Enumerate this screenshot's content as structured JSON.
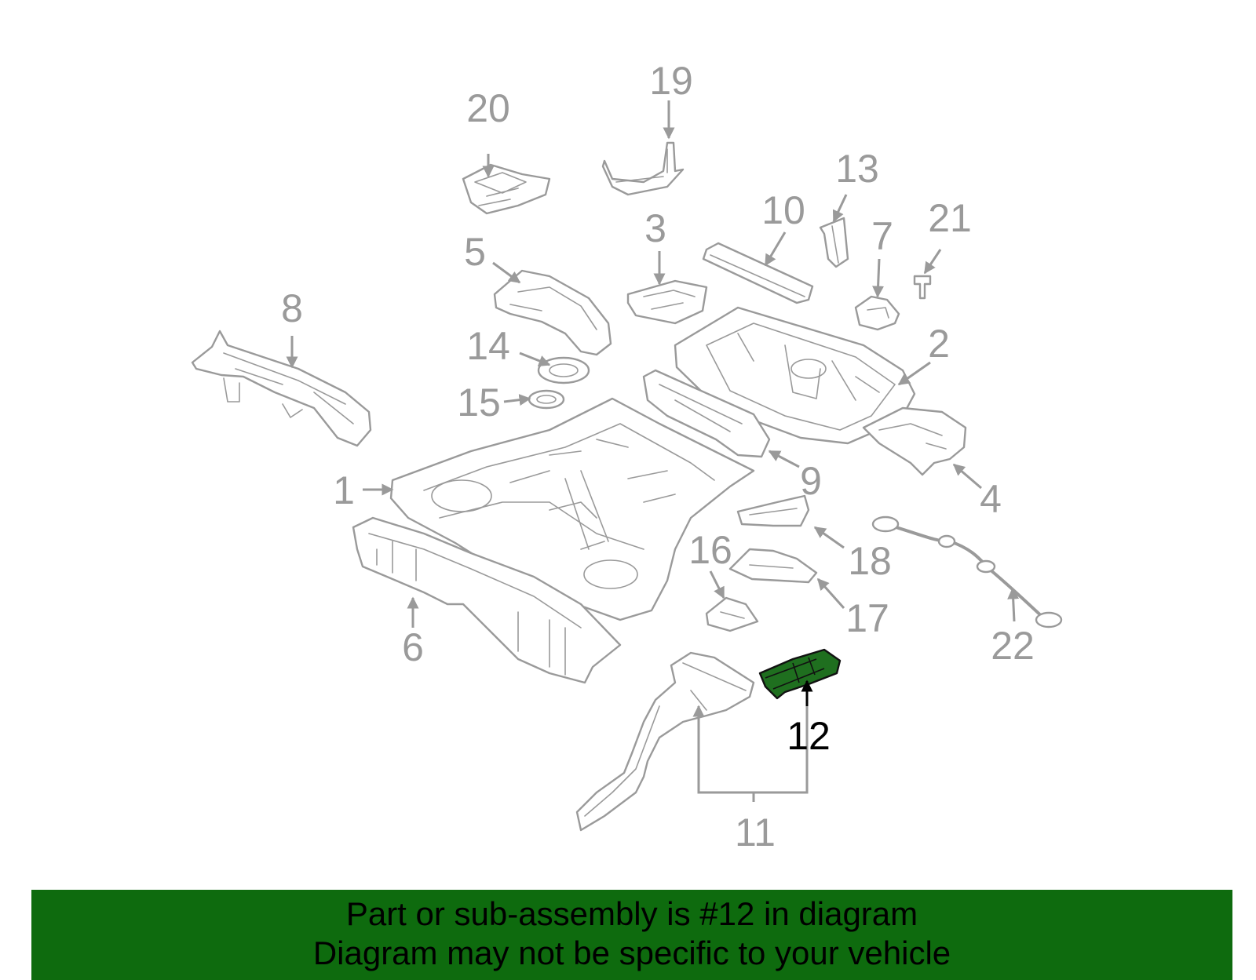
{
  "highlight": {
    "part_number": "12",
    "color": "#1f6f1f"
  },
  "callouts": [
    {
      "id": "1",
      "label": "1"
    },
    {
      "id": "2",
      "label": "2"
    },
    {
      "id": "3",
      "label": "3"
    },
    {
      "id": "4",
      "label": "4"
    },
    {
      "id": "5",
      "label": "5"
    },
    {
      "id": "6",
      "label": "6"
    },
    {
      "id": "7",
      "label": "7"
    },
    {
      "id": "8",
      "label": "8"
    },
    {
      "id": "9",
      "label": "9"
    },
    {
      "id": "10",
      "label": "10"
    },
    {
      "id": "11",
      "label": "11"
    },
    {
      "id": "12",
      "label": "12"
    },
    {
      "id": "13",
      "label": "13"
    },
    {
      "id": "14",
      "label": "14"
    },
    {
      "id": "15",
      "label": "15"
    },
    {
      "id": "16",
      "label": "16"
    },
    {
      "id": "17",
      "label": "17"
    },
    {
      "id": "18",
      "label": "18"
    },
    {
      "id": "19",
      "label": "19"
    },
    {
      "id": "20",
      "label": "20"
    },
    {
      "id": "21",
      "label": "21"
    },
    {
      "id": "22",
      "label": "22"
    }
  ],
  "banner": {
    "line1": "Part or sub-assembly is #12 in diagram",
    "line2": "Diagram may not be specific to your vehicle",
    "background": "#0e6b0e"
  },
  "colors": {
    "line_art": "#9a9a9a",
    "highlight_outline": "#111111"
  }
}
